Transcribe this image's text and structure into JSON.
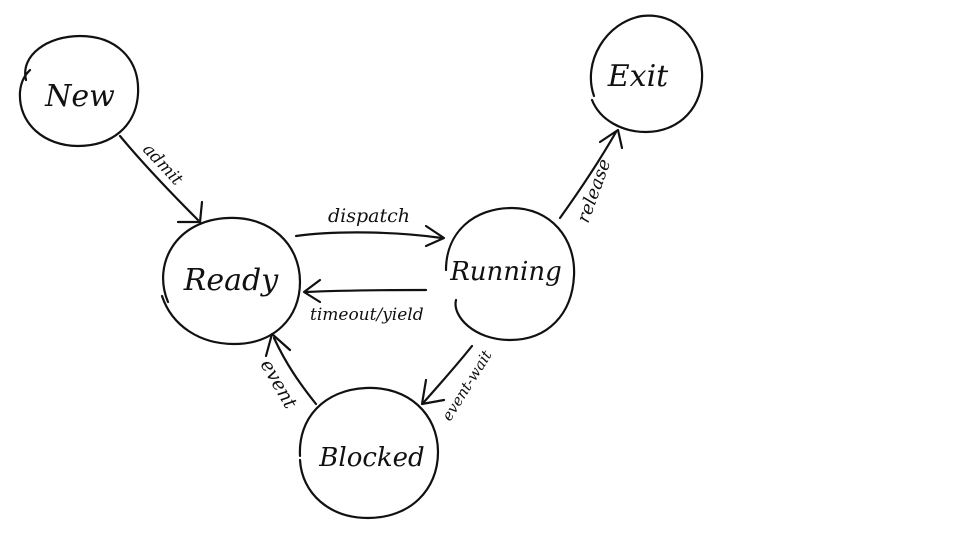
{
  "diagram": {
    "nodes": {
      "new": {
        "label": "New"
      },
      "exit": {
        "label": "Exit"
      },
      "ready": {
        "label": "Ready"
      },
      "running": {
        "label": "Running"
      },
      "blocked": {
        "label": "Blocked"
      }
    },
    "edges": {
      "admit": {
        "label": "admit",
        "from": "New",
        "to": "Ready"
      },
      "dispatch": {
        "label": "dispatch",
        "from": "Ready",
        "to": "Running"
      },
      "timeout_yield": {
        "label": "timeout/yield",
        "from": "Running",
        "to": "Ready"
      },
      "release": {
        "label": "release",
        "from": "Running",
        "to": "Exit"
      },
      "event_wait": {
        "label": "event-wait",
        "from": "Running",
        "to": "Blocked"
      },
      "event": {
        "label": "event",
        "from": "Blocked",
        "to": "Ready"
      }
    }
  }
}
